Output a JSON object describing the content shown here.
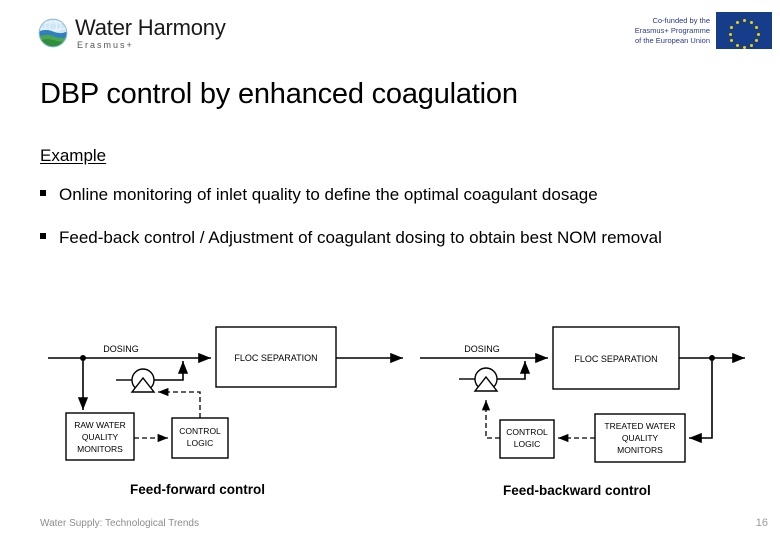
{
  "header": {
    "brand_name": "Water Harmony",
    "brand_sub": "Erasmus+",
    "logo_icon": "globe-water-icon",
    "eu_line1": "Co-funded by the",
    "eu_line2": "Erasmus+ Programme",
    "eu_line3": "of the European Union",
    "eu_flag_icon": "european-union-flag-icon"
  },
  "slide": {
    "title": "DBP control by enhanced coagulation",
    "section_heading": "Example",
    "bullets": [
      "Online monitoring of inlet quality to define the optimal coagulant dosage",
      "Feed-back control / Adjustment of coagulant dosing to obtain best NOM removal"
    ],
    "bullet_glyph": "square-bullet-icon"
  },
  "diagrams": {
    "left": {
      "caption": "Feed-forward control",
      "dosing_label": "DOSING",
      "floc_label": "FLOC SEPARATION",
      "monitors_label_lines": [
        "RAW WATER",
        "QUALITY",
        "MONITORS"
      ],
      "control_label_lines": [
        "CONTROL",
        "LOGIC"
      ],
      "pump_icon": "pump-symbol-icon"
    },
    "right": {
      "caption": "Feed-backward control",
      "dosing_label": "DOSING",
      "floc_label": "FLOC SEPARATION",
      "monitors_label_lines": [
        "TREATED WATER",
        "QUALITY",
        "MONITORS"
      ],
      "control_label_lines": [
        "CONTROL",
        "LOGIC"
      ],
      "pump_icon": "pump-symbol-icon"
    }
  },
  "footer": {
    "note": "Water Supply:  Technological Trends",
    "page_number": "16"
  },
  "colors": {
    "eu_blue": "#153d8a",
    "eu_text": "#2b3a8f",
    "eu_star": "#f5d000",
    "footer_gray": "#8d8d8d",
    "logo_sky": "#bfe0f2",
    "logo_water": "#2f7fc1",
    "logo_land": "#4aa84a",
    "text_black": "#000000"
  }
}
